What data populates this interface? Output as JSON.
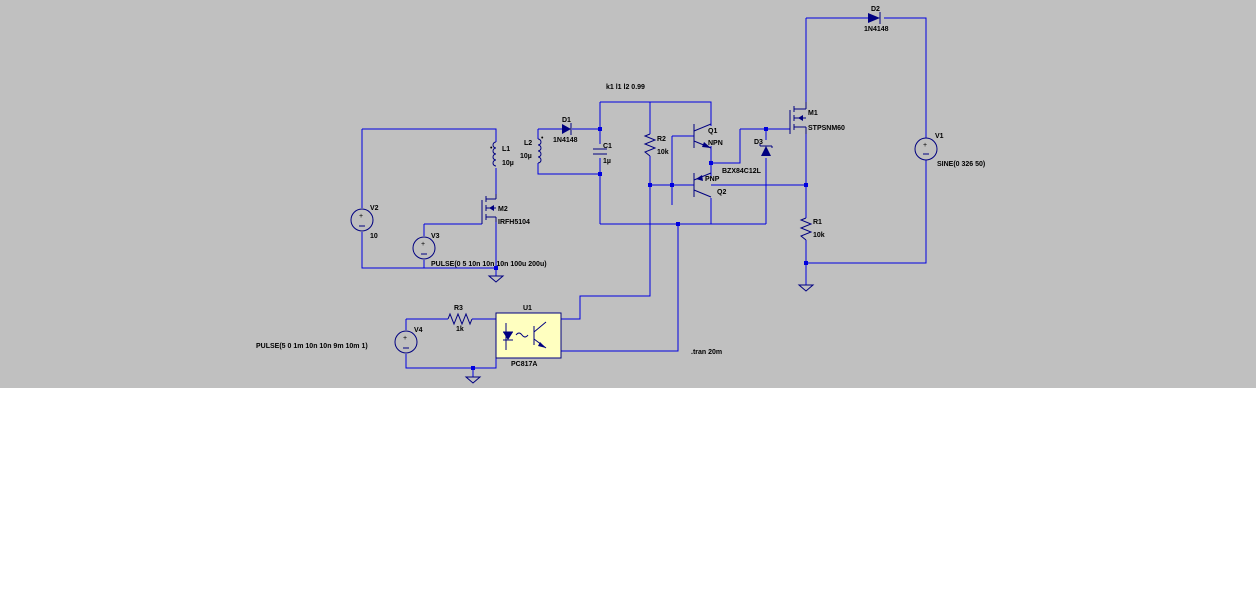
{
  "schematic": {
    "directive_k": "k1 l1 l2 0.99",
    "directive_tran": ".tran 20m",
    "components": {
      "D2": {
        "ref": "D2",
        "value": "1N4148"
      },
      "M1": {
        "ref": "M1",
        "value": "STPSNM60"
      },
      "V1": {
        "ref": "V1",
        "value": "SINE(0 326 50)"
      },
      "R1": {
        "ref": "R1",
        "value": "10k"
      },
      "D3": {
        "ref": "D3",
        "value": "BZX84C12L"
      },
      "Q1": {
        "ref": "Q1",
        "value": "NPN"
      },
      "Q2": {
        "ref": "Q2",
        "value": "PNP"
      },
      "R2": {
        "ref": "R2",
        "value": "10k"
      },
      "C1": {
        "ref": "C1",
        "value": "1µ"
      },
      "D1": {
        "ref": "D1",
        "value": "1N4148"
      },
      "L2": {
        "ref": "L2",
        "value": "10µ"
      },
      "L1": {
        "ref": "L1",
        "value": "10µ"
      },
      "M2": {
        "ref": "M2",
        "value": "IRFH5104"
      },
      "V2": {
        "ref": "V2",
        "value": "10"
      },
      "V3": {
        "ref": "V3",
        "value": "PULSE(0 5 10n 10n 10n 100u 200u)"
      },
      "R3": {
        "ref": "R3",
        "value": "1k"
      },
      "U1": {
        "ref": "U1",
        "value": "PC817A"
      },
      "V4": {
        "ref": "V4",
        "value": "PULSE(5 0 1m 10n 10n 9m 10m 1)"
      }
    }
  }
}
